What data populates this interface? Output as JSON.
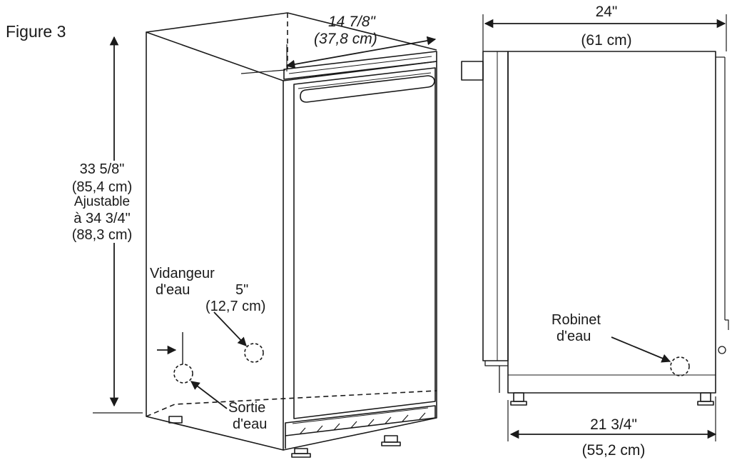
{
  "figure_title": "Figure 3",
  "front_view": {
    "width": {
      "imperial": "14 7/8\"",
      "metric": "(37,8 cm)"
    },
    "height": {
      "imperial": "33 5/8\"",
      "metric": "(85,4 cm)",
      "adjustable_label": "Ajustable",
      "adjustable_imperial": "à 34 3/4\"",
      "adjustable_metric": "(88,3 cm)"
    },
    "drain": {
      "line1": "Vidangeur",
      "line2": "d'eau"
    },
    "drain_offset": {
      "imperial": "5\"",
      "metric": "(12,7 cm)"
    },
    "water_outlet": {
      "line1": "Sortie",
      "line2": "d'eau"
    }
  },
  "side_view": {
    "depth": {
      "imperial": "24\"",
      "metric": "(61 cm)"
    },
    "base_depth": {
      "imperial": "21 3/4\"",
      "metric": "(55,2 cm)"
    },
    "water_valve": {
      "line1": "Robinet",
      "line2": "d'eau"
    }
  },
  "colors": {
    "line": "#1a1a1a",
    "background": "#ffffff"
  }
}
